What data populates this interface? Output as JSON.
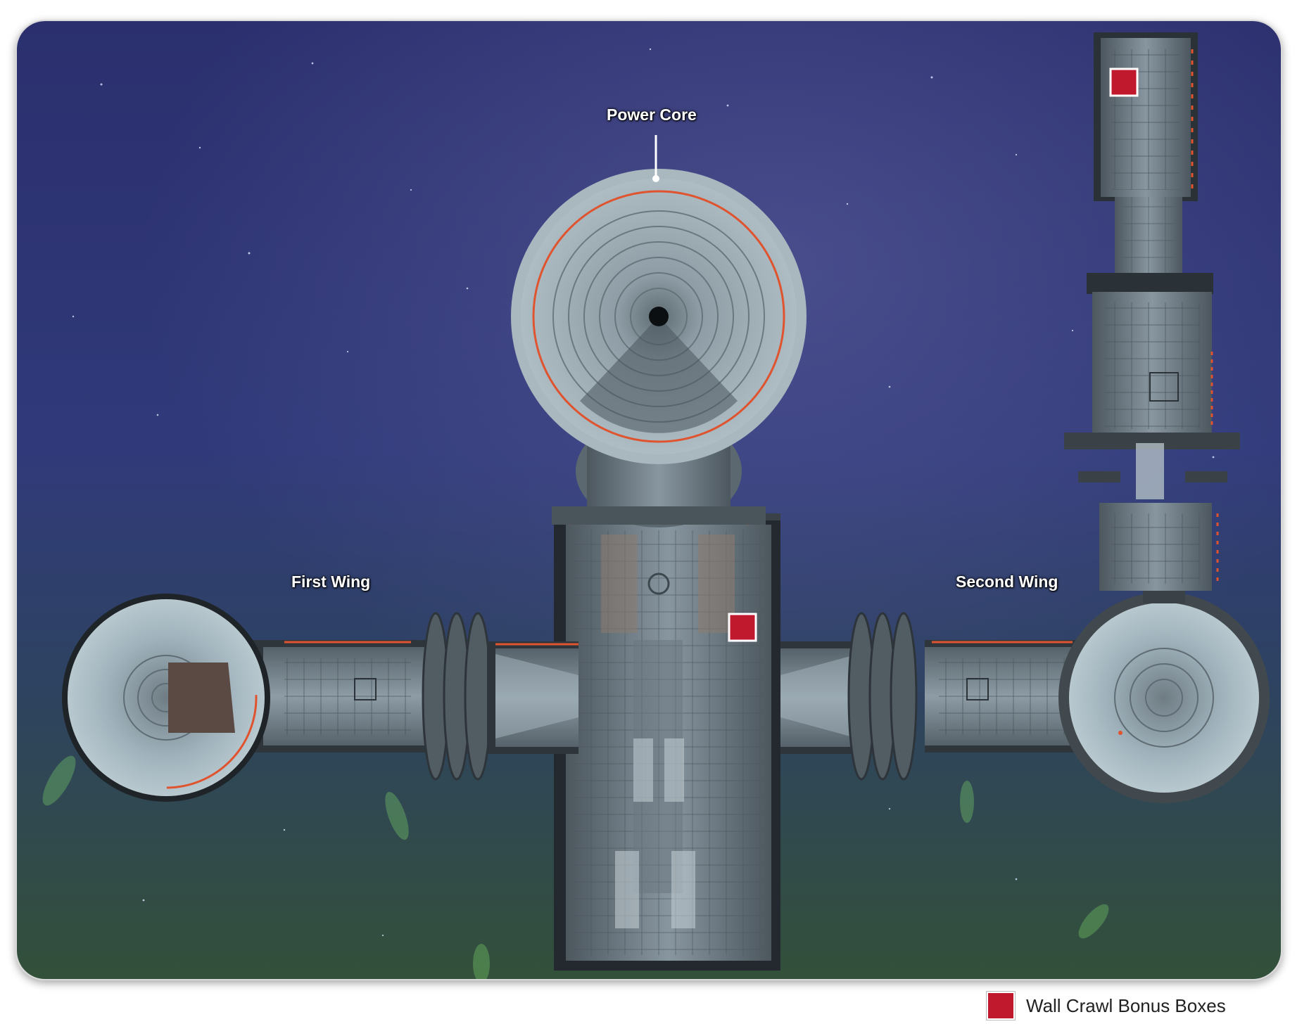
{
  "map": {
    "labels": {
      "power_core": "Power Core",
      "first_wing": "First Wing",
      "second_wing": "Second Wing"
    },
    "colors": {
      "space_top": "#2a2f6b",
      "space_bottom": "#2f4a3a",
      "hull": "#7f8f99",
      "hull_dark": "#3b444b",
      "accent_red": "#e0532f",
      "bonus_box": "#c0182d"
    }
  },
  "legend": {
    "items": [
      {
        "label": "Wall Crawl Bonus Boxes",
        "color": "#c0182d",
        "icon": "red-square-icon"
      }
    ]
  }
}
